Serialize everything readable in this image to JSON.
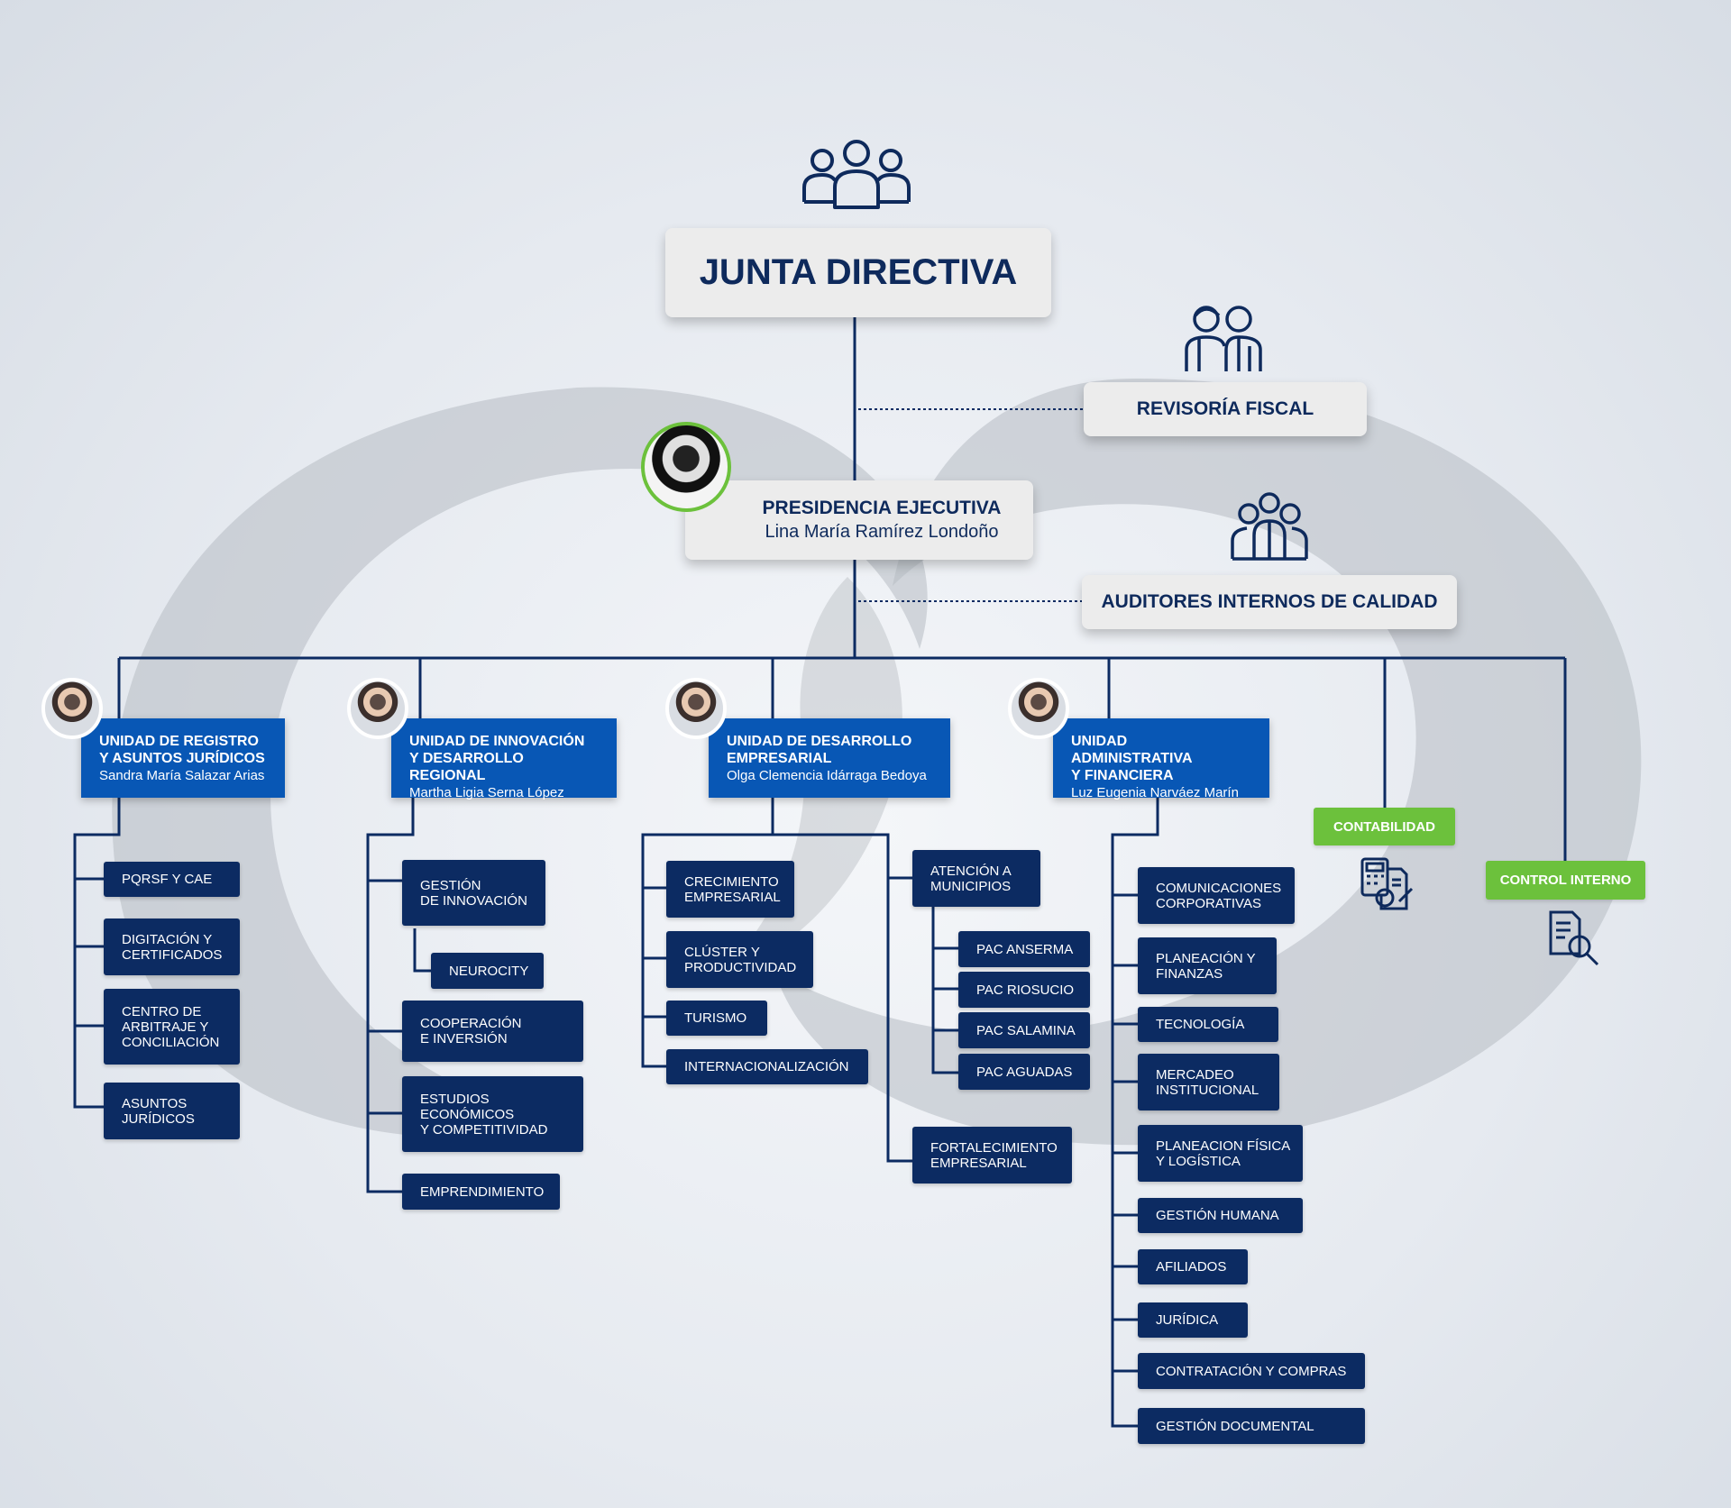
{
  "junta": "JUNTA DIRECTIVA",
  "revisoria": "REVISORÍA FISCAL",
  "auditores": "AUDITORES INTERNOS DE CALIDAD",
  "presidencia": {
    "title": "PRESIDENCIA EJECUTIVA",
    "name": "Lina María Ramírez Londoño"
  },
  "units": [
    {
      "title": "Unidad de Registro\nY Asuntos Jurídicos",
      "name": "Sandra María Salazar Arias"
    },
    {
      "title": "Unidad de Innovación\nY Desarrollo Regional",
      "name": "Martha Ligia Serna López"
    },
    {
      "title": "Unidad de Desarrollo\nEmpresarial",
      "name": "Olga Clemencia Idárraga Bedoya"
    },
    {
      "title": "Unidad Administrativa\nY Financiera",
      "name": "Luz Eugenia Narváez Marín"
    }
  ],
  "registro_items": [
    "PQRSF Y CAE",
    "DIGITACIÓN Y\nCERTIFICADOS",
    "CENTRO DE\nARBITRAJE Y\nCONCILIACIÓN",
    "ASUNTOS\nJURÍDICOS"
  ],
  "innovacion_items": [
    "GESTIÓN\nDE INNOVACIÓN",
    "NEUROCITY",
    "COOPERACIÓN\nE INVERSIÓN",
    "ESTUDIOS\nECONÓMICOS\nY COMPETITIVIDAD",
    "EMPRENDIMIENTO"
  ],
  "desarrollo_left": [
    "CRECIMIENTO\nEMPRESARIAL",
    "CLÚSTER Y\nPRODUCTIVIDAD",
    "TURISMO",
    "INTERNACIONALIZACIÓN"
  ],
  "desarrollo_right": [
    "ATENCIÓN A\nMUNICIPIOS",
    "PAC ANSERMA",
    "PAC RIOSUCIO",
    "PAC SALAMINA",
    "PAC AGUADAS",
    "FORTALECIMIENTO\nEMPRESARIAL"
  ],
  "admin_items": [
    "COMUNICACIONES\nCORPORATIVAS",
    "PLANEACIÓN Y\nFINANZAS",
    "TECNOLOGÍA",
    "MERCADEO\nINSTITUCIONAL",
    "PLANEACION FÍSICA\nY LOGÍSTICA",
    "GESTIÓN HUMANA",
    "AFILIADOS",
    "JURÍDICA",
    "CONTRATACIÓN Y COMPRAS",
    "GESTIÓN DOCUMENTAL"
  ],
  "contabilidad": "CONTABILIDAD",
  "control": "CONTROL INTERNO",
  "icons": [
    "group-icon",
    "auditors-pair-icon",
    "team-icon",
    "accounting-icon",
    "document-search-icon"
  ],
  "colors": {
    "navy": "#0c2b62",
    "blue": "#0857b5",
    "green": "#6cc13c",
    "line": "#0c2b62"
  }
}
